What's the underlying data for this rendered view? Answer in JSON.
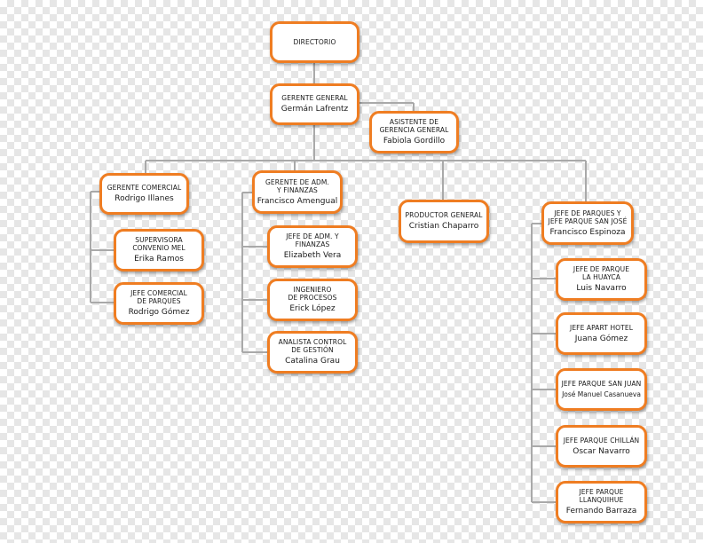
{
  "nodes": {
    "directorio": {
      "role": "DIRECTORIO",
      "name": ""
    },
    "gerente_general": {
      "role": "GERENTE GENERAL",
      "name": "Germán Lafrentz"
    },
    "asistente": {
      "role": "ASISTENTE DE\nGERENCIA GENERAL",
      "name": "Fabiola Gordillo"
    },
    "gerente_comercial": {
      "role": "GERENTE COMERCIAL",
      "name": "Rodrigo Illanes"
    },
    "supervisora": {
      "role": "SUPERVISORA\nCONVENIO MEL",
      "name": "Erika Ramos"
    },
    "jefe_comercial": {
      "role": "JEFE COMERCIAL\nDE PARQUES",
      "name": "Rodrigo Gómez"
    },
    "gerente_adm": {
      "role": "GERENTE DE ADM.\nY FINANZAS",
      "name": "Francisco Amengual"
    },
    "jefe_adm": {
      "role": "JEFE DE ADM. Y\nFINANZAS",
      "name": "Elizabeth Vera"
    },
    "ingeniero": {
      "role": "INGENIERO\nDE PROCESOS",
      "name": "Erick López"
    },
    "analista": {
      "role": "ANALISTA CONTROL\nDE GESTIÓN",
      "name": "Catalina Grau"
    },
    "productor": {
      "role": "PRODUCTOR GENERAL",
      "name": "Cristian Chaparro"
    },
    "jefe_parques": {
      "role": "JEFE DE PARQUES Y\nJEFE PARQUE SAN JOSÉ",
      "name": "Francisco Espinoza"
    },
    "huayca": {
      "role": "JEFE DE PARQUE\nLA HUAYCA",
      "name": "Luis Navarro"
    },
    "apart": {
      "role": "JEFE APART HOTEL",
      "name": "Juana Gómez"
    },
    "san_juan": {
      "role": "JEFE PARQUE SAN JUAN",
      "name": "José Manuel Casanueva"
    },
    "chillan": {
      "role": "JEFE PARQUE CHILLÁN",
      "name": "Oscar Navarro"
    },
    "llanquihue": {
      "role": "JEFE PARQUE\nLLANQUIHUE",
      "name": "Fernando Barraza"
    }
  },
  "colors": {
    "border": "#ef7d22",
    "connector": "#a9a9a9",
    "text": "#1a1a1a"
  }
}
